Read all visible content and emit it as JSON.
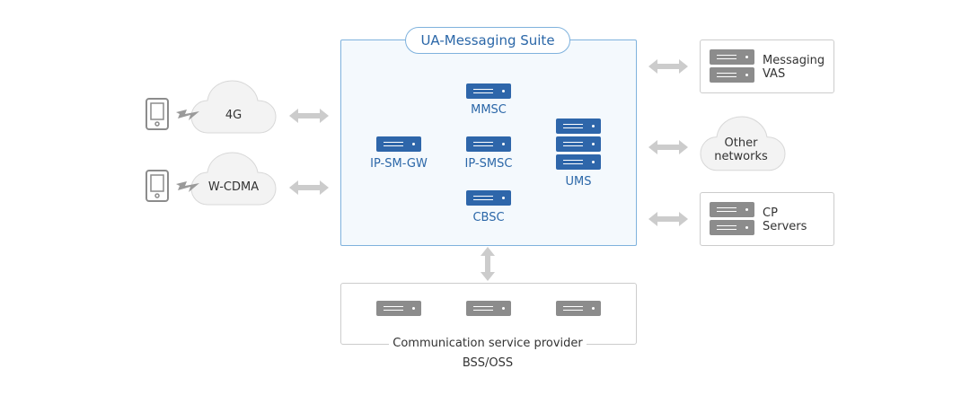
{
  "suite": {
    "title": "UA-Messaging Suite",
    "components": {
      "mmsc": "MMSC",
      "ip_sm_gw": "IP-SM-GW",
      "ip_smsc": "IP-SMSC",
      "cbsc": "CBSC",
      "ums": "UMS"
    }
  },
  "access_networks": [
    {
      "label": "4G"
    },
    {
      "label": "W-CDMA"
    }
  ],
  "external": {
    "messaging_vas": [
      "Messaging",
      "VAS"
    ],
    "other_networks": [
      "Other",
      "networks"
    ],
    "cp_servers": [
      "CP",
      "Servers"
    ]
  },
  "bss_oss": {
    "label_line1": "Communication service provider",
    "label_line2": "BSS/OSS"
  },
  "colors": {
    "suite_border": "#7fb2dd",
    "suite_fill": "#f4f9fd",
    "server_blue": "#2e66aa",
    "server_gray": "#8c8c8c",
    "arrow": "#cccccc",
    "cloud_fill": "#f3f3f3"
  }
}
